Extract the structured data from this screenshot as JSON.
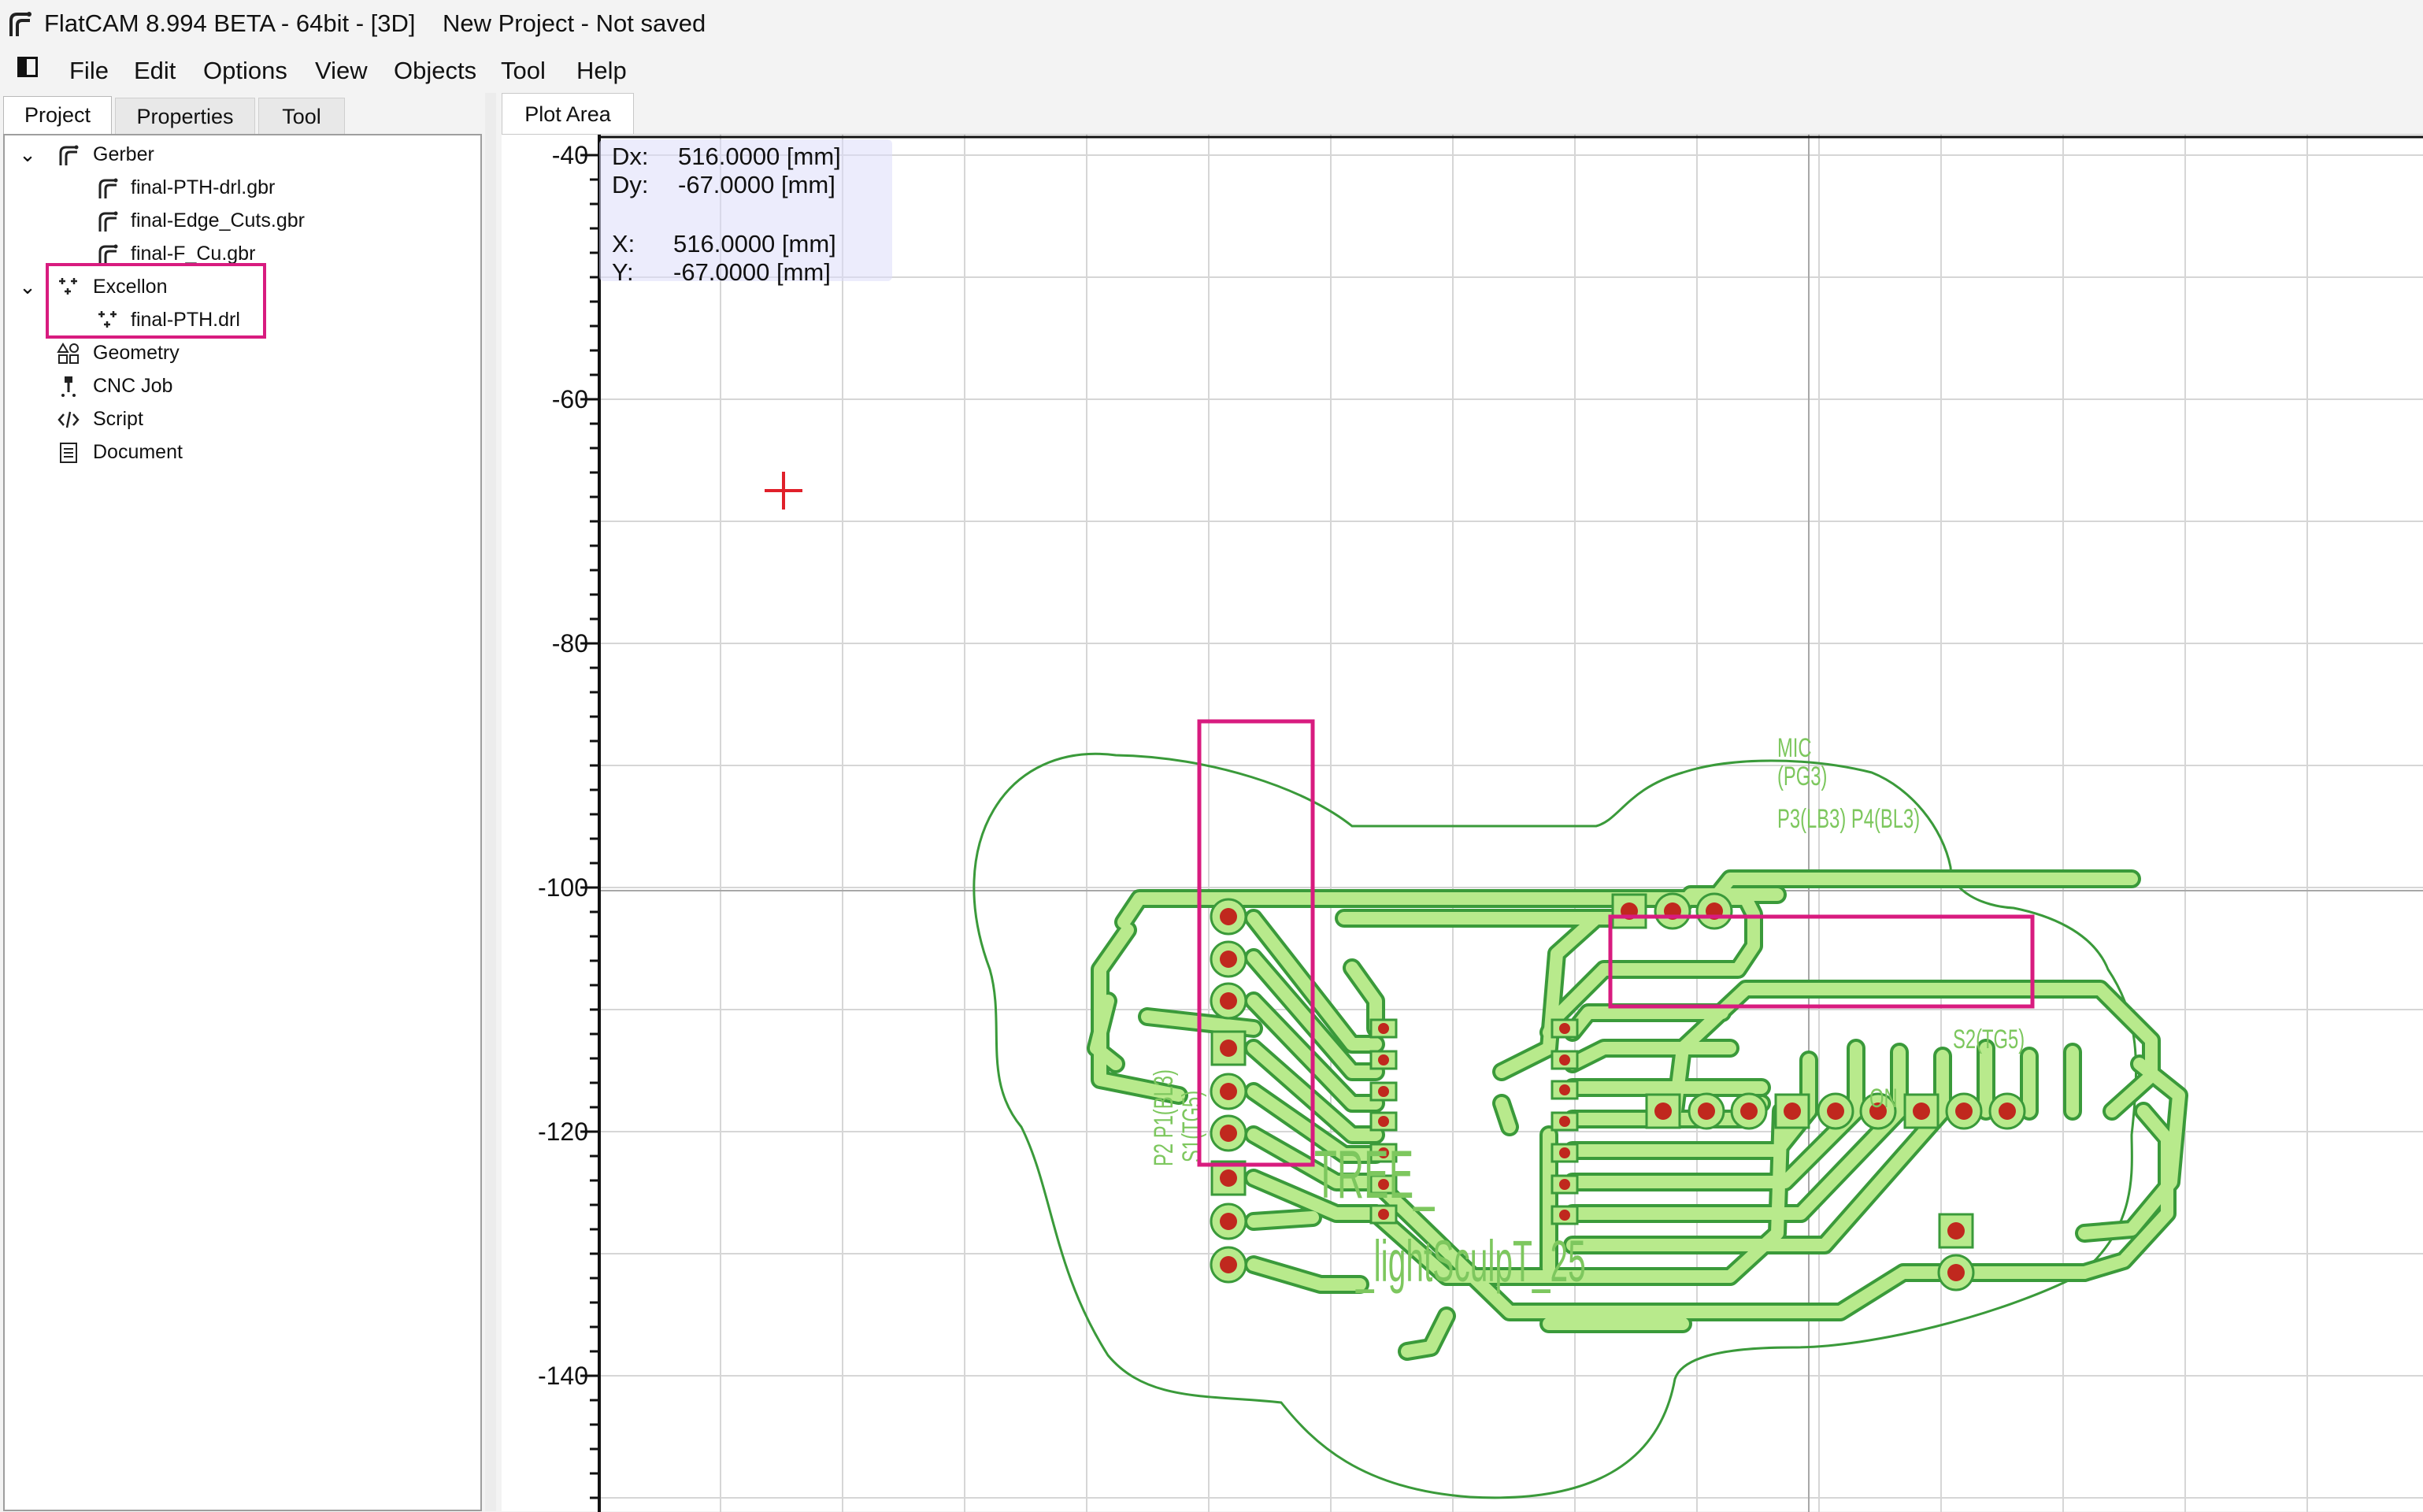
{
  "window": {
    "title": "FlatCAM 8.994 BETA - 64bit - [3D]    New Project - Not saved"
  },
  "menubar": {
    "items": [
      "File",
      "Edit",
      "Options",
      "View",
      "Objects",
      "Tool",
      "Help"
    ]
  },
  "left_tabs": [
    "Project",
    "Properties",
    "Tool"
  ],
  "project_tree": {
    "gerber": {
      "label": "Gerber",
      "children": [
        "final-PTH-drl.gbr",
        "final-Edge_Cuts.gbr",
        "final-F_Cu.gbr"
      ]
    },
    "excellon": {
      "label": "Excellon",
      "children": [
        "final-PTH.drl"
      ]
    },
    "geometry": "Geometry",
    "cnc_job": "CNC Job",
    "script": "Script",
    "document": "Document"
  },
  "plot": {
    "tab_label": "Plot Area",
    "y_ticks": [
      "-40",
      "-60",
      "-80",
      "-100",
      "-120",
      "-140"
    ],
    "coords": {
      "dx_label": "Dx:",
      "dx_value": "516.0000 [mm]",
      "dy_label": "Dy:",
      "dy_value": "-67.0000 [mm]",
      "x_label": "X:",
      "x_value": "516.0000 [mm]",
      "y_label": "Y:",
      "y_value": "-67.0000 [mm]"
    },
    "pcb_labels": {
      "mic": "MIC",
      "pg3": "(PG3)",
      "p3p4": "P3(LB3) P4(BL3)",
      "s2": "S2(TG5)",
      "on": "ON",
      "p2p1": "P2 P1(BL3)",
      "s1": "S1(TG5)",
      "tree": "TREE_",
      "light": "_lightSculpT_25"
    },
    "colors": {
      "trace_fill": "#b8ea8c",
      "trace_outline": "#3a9a3a",
      "pad_drill": "#c0281e",
      "highlight": "#d81b7f",
      "cursor": "#e0202a"
    }
  }
}
